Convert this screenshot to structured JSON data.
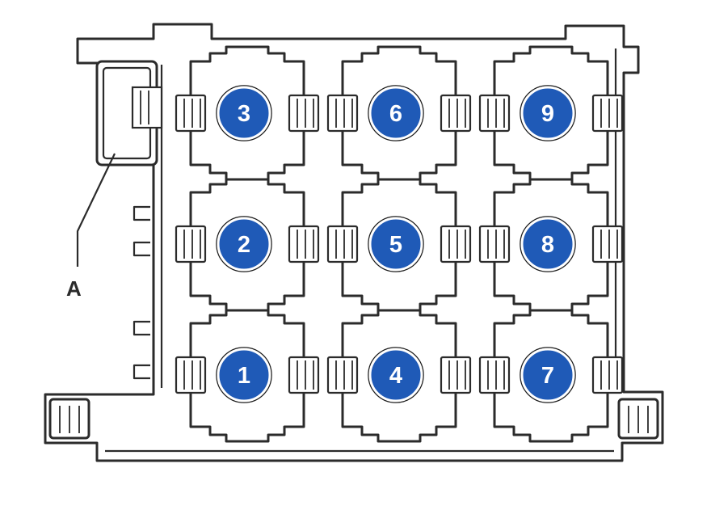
{
  "diagram": {
    "badge_color": "#1f5ab7",
    "line_color": "#2b2b2b",
    "callout": {
      "label": "A"
    },
    "fuses": [
      {
        "id": "1",
        "row": 2,
        "col": 0
      },
      {
        "id": "2",
        "row": 1,
        "col": 0
      },
      {
        "id": "3",
        "row": 0,
        "col": 0
      },
      {
        "id": "4",
        "row": 2,
        "col": 1
      },
      {
        "id": "5",
        "row": 1,
        "col": 1
      },
      {
        "id": "6",
        "row": 0,
        "col": 1
      },
      {
        "id": "7",
        "row": 2,
        "col": 2
      },
      {
        "id": "8",
        "row": 1,
        "col": 2
      },
      {
        "id": "9",
        "row": 0,
        "col": 2
      }
    ]
  }
}
